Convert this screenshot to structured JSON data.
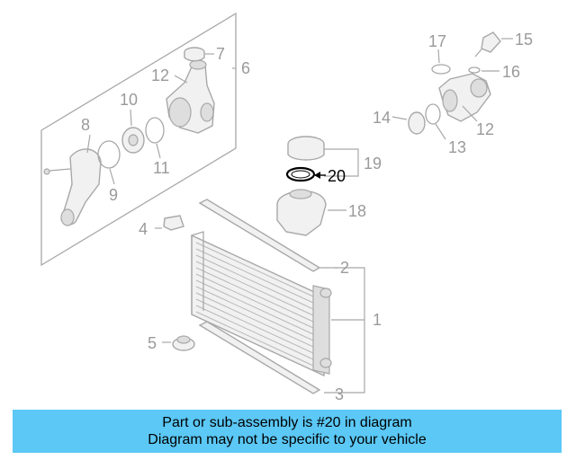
{
  "callouts": {
    "c1": "1",
    "c2": "2",
    "c3": "3",
    "c4": "4",
    "c5": "5",
    "c6": "6",
    "c7": "7",
    "c8": "8",
    "c9": "9",
    "c10": "10",
    "c11": "11",
    "c12a": "12",
    "c12b": "12",
    "c13": "13",
    "c14": "14",
    "c15": "15",
    "c16": "16",
    "c17": "17",
    "c18": "18",
    "c19": "19",
    "c20": "20"
  },
  "highlight_part": "20",
  "colors": {
    "banner": "#5bc8f6",
    "line": "#a8a8a8",
    "highlight": "#000000"
  },
  "banner": {
    "line1": "Part or sub-assembly is #20 in diagram",
    "line2": "Diagram may not be specific to your vehicle"
  }
}
